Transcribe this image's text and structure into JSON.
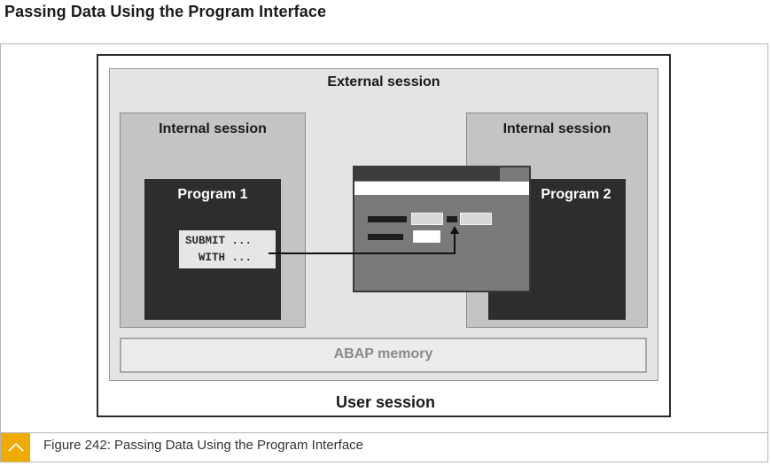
{
  "page": {
    "heading": "Passing Data Using the Program Interface"
  },
  "diagram": {
    "user_session_label": "User session",
    "external_session_label": "External session",
    "internal_session_left_label": "Internal session",
    "internal_session_right_label": "Internal session",
    "program_1_label": "Program 1",
    "program_2_label": "Program 2",
    "code_lines": [
      "SUBMIT ...",
      "  WITH ..."
    ],
    "abap_memory_label": "ABAP memory"
  },
  "caption": {
    "icon": "chevron-up-icon",
    "text": "Figure 242: Passing Data Using the Program Interface"
  },
  "colors": {
    "caption_accent": "#f0ab00",
    "program_fill": "#2d2d2d",
    "internal_session_fill": "#c4c4c4",
    "external_session_fill": "#e4e4e4"
  }
}
